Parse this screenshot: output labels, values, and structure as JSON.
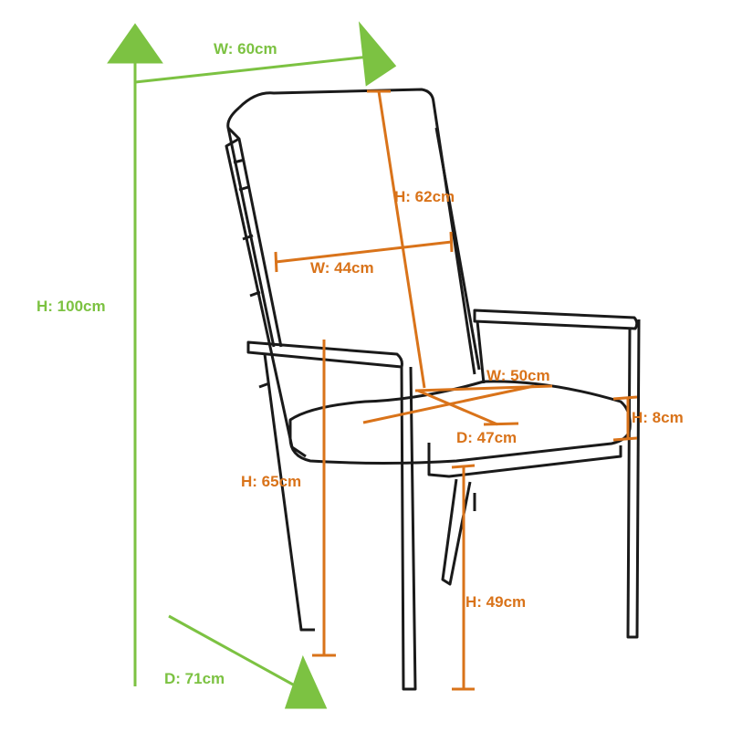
{
  "colors": {
    "overall": "#7cc242",
    "detail": "#d9731a",
    "outline": "#1a1a1a"
  },
  "overall": {
    "width": "W: 60cm",
    "height": "H: 100cm",
    "depth": "D: 71cm"
  },
  "detail": {
    "back_height": "H: 62cm",
    "back_width": "W: 44cm",
    "seat_width": "W: 50cm",
    "seat_depth": "D: 47cm",
    "cushion_height": "H: 8cm",
    "arm_height": "H: 65cm",
    "seat_height": "H: 49cm"
  }
}
